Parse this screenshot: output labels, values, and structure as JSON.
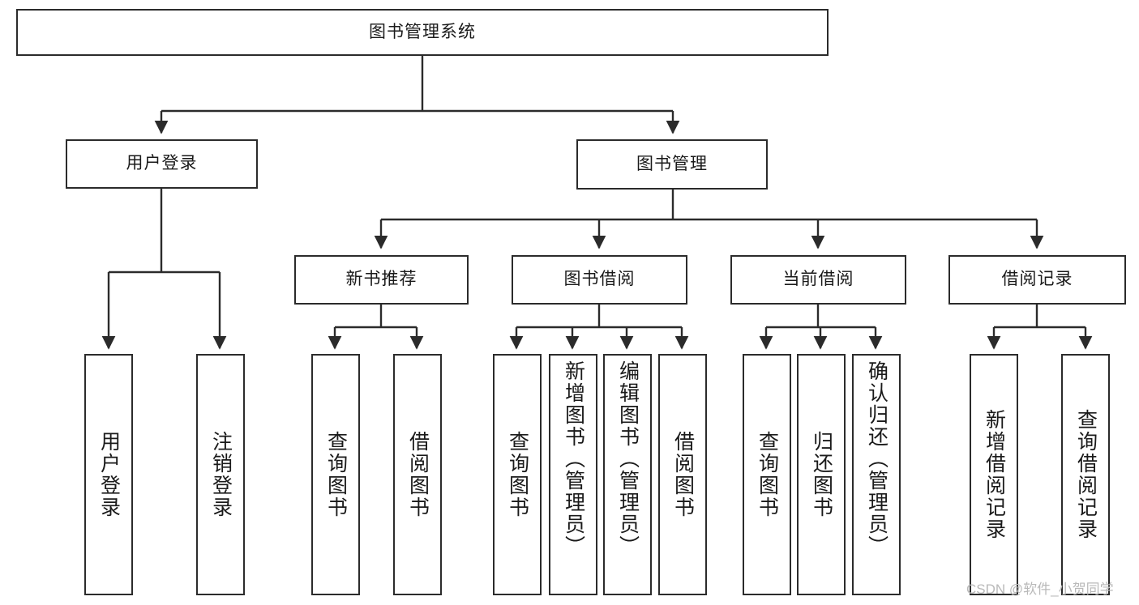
{
  "diagram": {
    "title": "图书管理系统",
    "type": "hierarchy-tree",
    "orientation": "top-down",
    "colors": {
      "box_border": "#2b2b2b",
      "box_fill": "#ffffff",
      "connector": "#2b2b2b",
      "background": "#ffffff",
      "watermark": "#b9b9b9"
    },
    "levels": [
      {
        "level": 0,
        "nodes": [
          {
            "id": "root",
            "label": "图书管理系统"
          }
        ]
      },
      {
        "level": 1,
        "nodes": [
          {
            "id": "login",
            "label": "用户登录",
            "parent": "root"
          },
          {
            "id": "bookmgmt",
            "label": "图书管理",
            "parent": "root"
          }
        ]
      },
      {
        "level": 2,
        "nodes": [
          {
            "id": "newbook",
            "label": "新书推荐",
            "parent": "bookmgmt"
          },
          {
            "id": "borrow",
            "label": "图书借阅",
            "parent": "bookmgmt"
          },
          {
            "id": "current",
            "label": "当前借阅",
            "parent": "bookmgmt"
          },
          {
            "id": "records",
            "label": "借阅记录",
            "parent": "bookmgmt"
          }
        ]
      },
      {
        "level": 3,
        "nodes": [
          {
            "id": "leaf-1",
            "label": "用户登录",
            "parent": "login"
          },
          {
            "id": "leaf-2",
            "label": "注销登录",
            "parent": "login"
          },
          {
            "id": "leaf-3",
            "label": "查询图书",
            "parent": "newbook"
          },
          {
            "id": "leaf-4",
            "label": "借阅图书",
            "parent": "newbook"
          },
          {
            "id": "leaf-5",
            "label": "查询图书",
            "parent": "borrow"
          },
          {
            "id": "leaf-6",
            "label": "新增图书（管理员）",
            "parent": "borrow"
          },
          {
            "id": "leaf-7",
            "label": "编辑图书（管理员）",
            "parent": "borrow"
          },
          {
            "id": "leaf-8",
            "label": "借阅图书",
            "parent": "borrow"
          },
          {
            "id": "leaf-9",
            "label": "查询图书",
            "parent": "current"
          },
          {
            "id": "leaf-10",
            "label": "归还图书",
            "parent": "current"
          },
          {
            "id": "leaf-11",
            "label": "确认归还（管理员）",
            "parent": "current"
          },
          {
            "id": "leaf-12",
            "label": "新增借阅记录",
            "parent": "records"
          },
          {
            "id": "leaf-13",
            "label": "查询借阅记录",
            "parent": "records"
          }
        ]
      }
    ]
  },
  "watermark": {
    "text": "CSDN @软件_小贺同学"
  }
}
